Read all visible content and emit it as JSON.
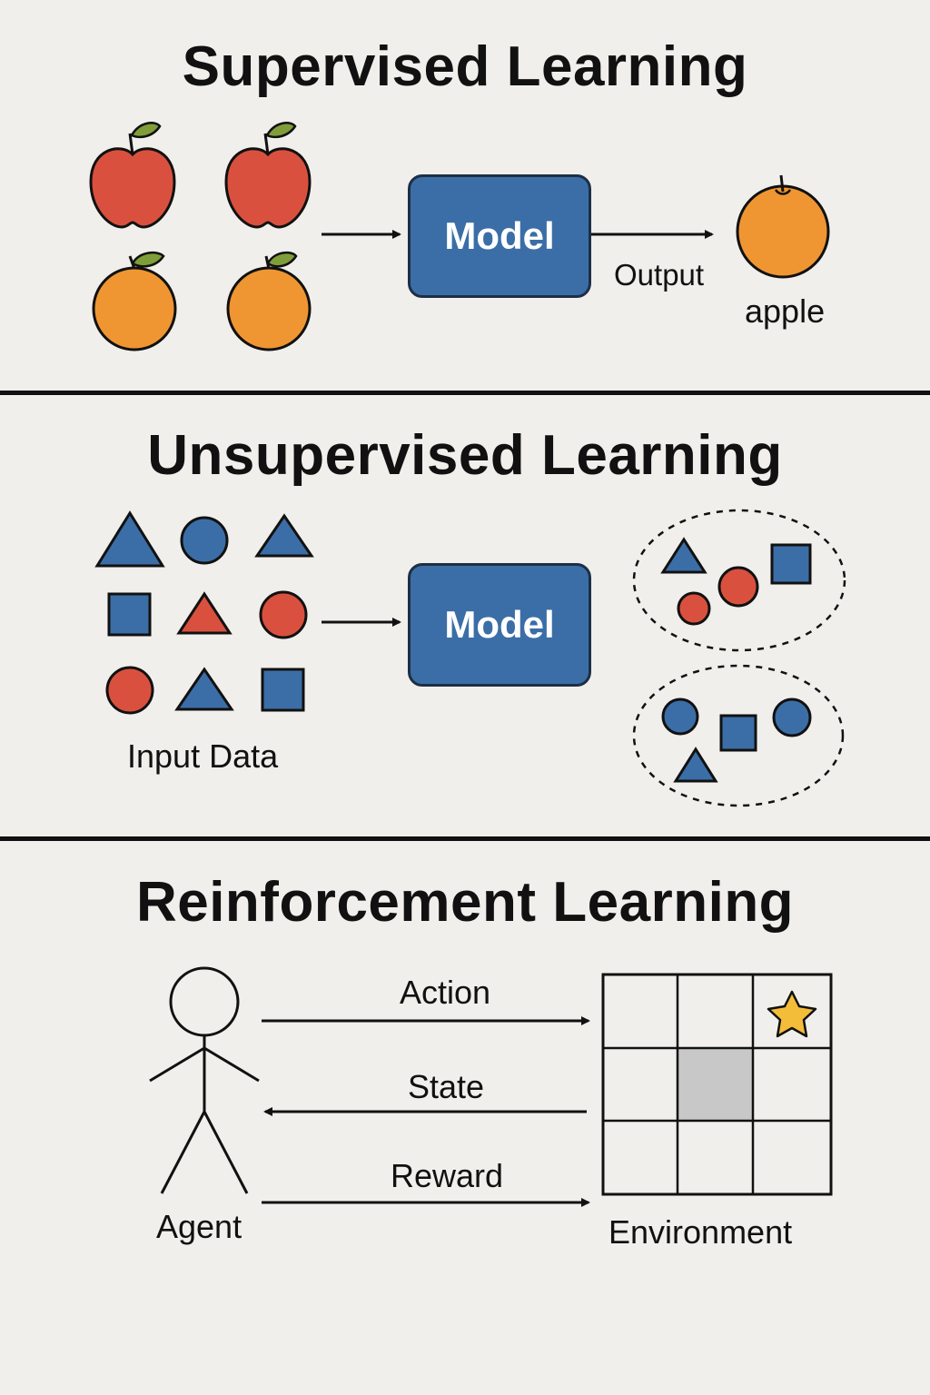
{
  "supervised": {
    "title": "Supervised Learning",
    "model_label": "Model",
    "output_label": "Output",
    "prediction_label": "apple",
    "inputs": [
      "apple",
      "apple",
      "orange",
      "orange"
    ]
  },
  "unsupervised": {
    "title": "Unsupervised Learning",
    "model_label": "Model",
    "input_label": "Input Data",
    "shapes": [
      [
        "blue-triangle",
        "blue-circle",
        "blue-triangle"
      ],
      [
        "blue-square",
        "red-triangle",
        "red-circle"
      ],
      [
        "red-circle",
        "blue-triangle",
        "blue-square"
      ]
    ],
    "clusters": [
      [
        "blue-triangle",
        "red-circle",
        "blue-square",
        "red-circle"
      ],
      [
        "blue-circle",
        "blue-square",
        "blue-circle",
        "blue-triangle"
      ]
    ]
  },
  "reinforcement": {
    "title": "Reinforcement Learning",
    "agent_label": "Agent",
    "environment_label": "Environment",
    "action_label": "Action",
    "state_label": "State",
    "reward_label": "Reward",
    "grid": {
      "rows": 3,
      "cols": 3,
      "goal_cell": [
        0,
        2
      ],
      "agent_cell": [
        1,
        1
      ]
    }
  },
  "colors": {
    "background": "#f1efeb",
    "blue": "#3b6ea7",
    "red": "#d9513e",
    "orange": "#ef9632",
    "leaf": "#7f9e3a",
    "star": "#f3bd3a",
    "agent_cell": "#c8c8c8"
  }
}
